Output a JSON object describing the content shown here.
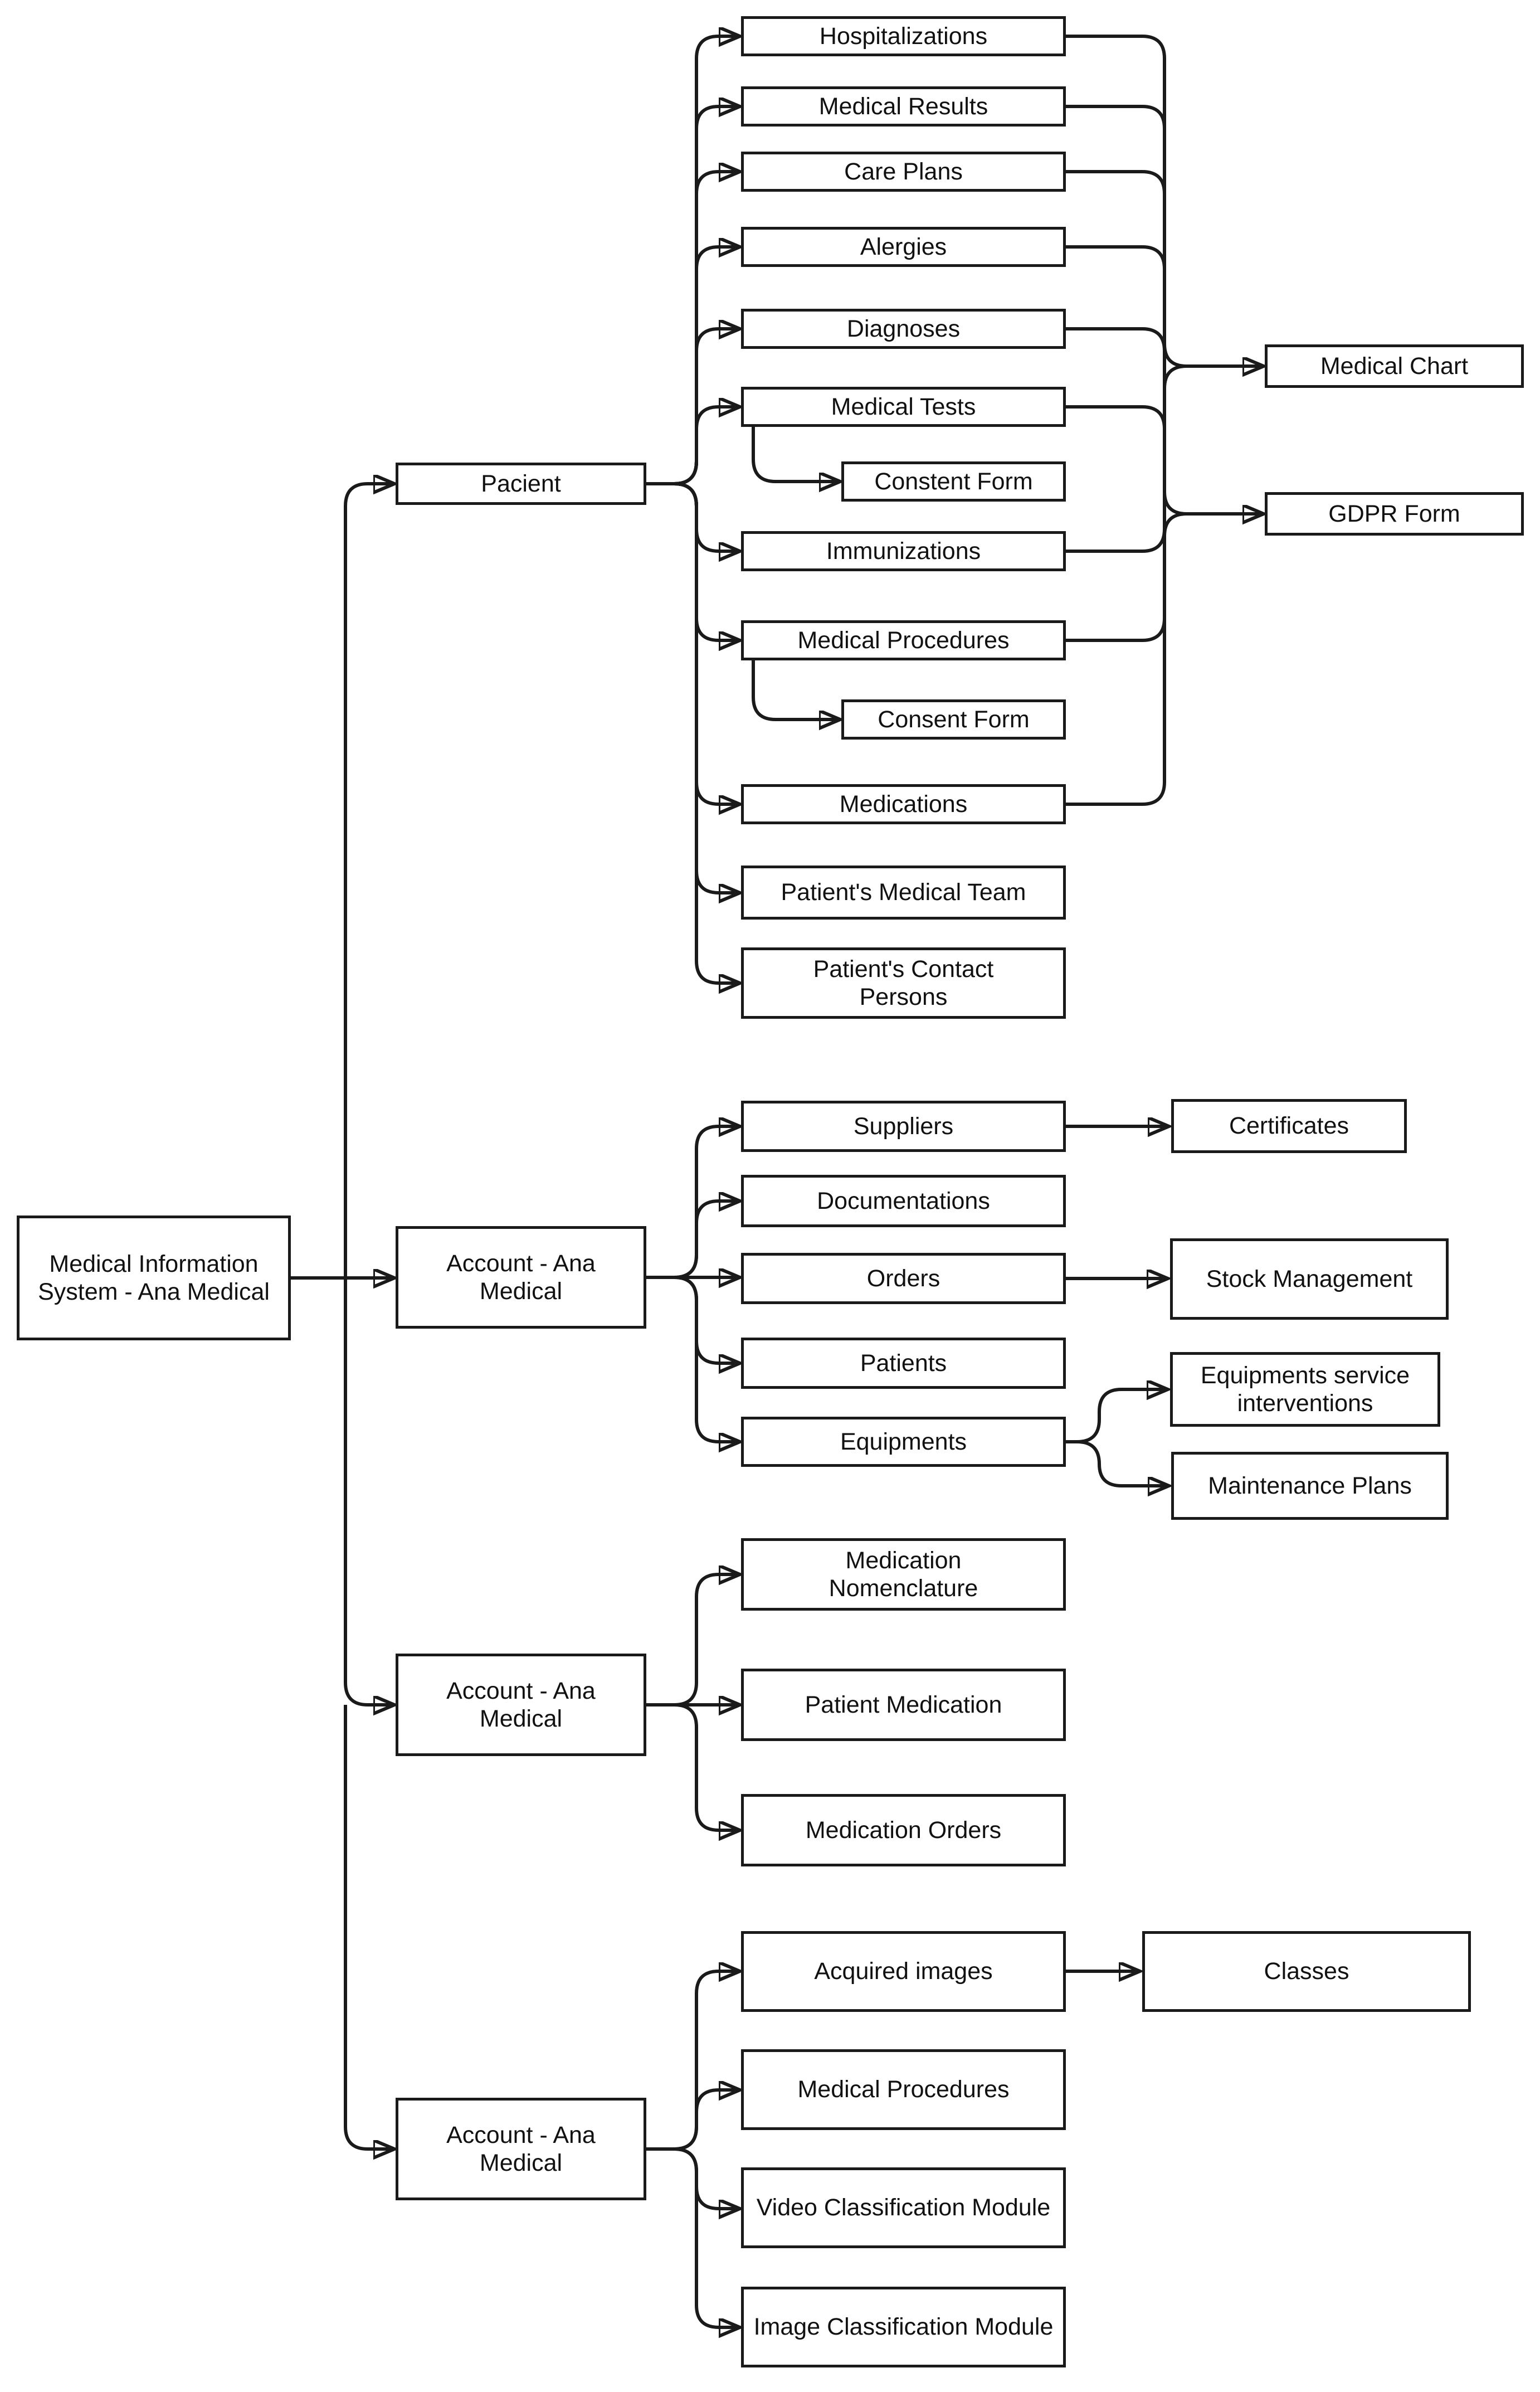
{
  "colors": {
    "background": "#ffffff",
    "box_fill": "#ffffff",
    "line": "#1a1a1a",
    "text": "#111111"
  },
  "icons": {
    "arrowhead": "filled-right-triangle"
  },
  "nodes": {
    "root": "Medical Information System - Ana Medical",
    "pacient": "Pacient",
    "hospitalizations": "Hospitalizations",
    "medical_results": "Medical Results",
    "care_plans": "Care Plans",
    "alergies": "Alergies",
    "diagnoses": "Diagnoses",
    "medical_tests": "Medical Tests",
    "constent_form": "Constent Form",
    "immunizations": "Immunizations",
    "medical_procedures": "Medical Procedures",
    "consent_form": "Consent Form",
    "medications": "Medications",
    "patients_medical_team": "Patient's Medical Team",
    "patients_contact_persons": "Patient's Contact Persons",
    "medical_chart": "Medical Chart",
    "gdpr_form": "GDPR Form",
    "account_1": "Account - Ana Medical",
    "suppliers": "Suppliers",
    "certificates": "Certificates",
    "documentations": "Documentations",
    "orders": "Orders",
    "stock_management": "Stock Management",
    "patients": "Patients",
    "equipments": "Equipments",
    "equipments_service_interventions": "Equipments service interventions",
    "maintenance_plans": "Maintenance Plans",
    "account_2": "Account - Ana Medical",
    "medication_nomenclature": "Medication Nomenclature",
    "patient_medication": "Patient Medication",
    "medication_orders": "Medication Orders",
    "account_3": "Account - Ana Medical",
    "acquired_images": "Acquired images",
    "medical_procedures_2": "Medical Procedures",
    "video_classification_module": "Video Classification Module",
    "image_classification_module": "Image Classification Module",
    "classes": "Classes"
  },
  "edges": [
    {
      "from": "root",
      "to": "pacient"
    },
    {
      "from": "root",
      "to": "account_1"
    },
    {
      "from": "root",
      "to": "account_2"
    },
    {
      "from": "root",
      "to": "account_3"
    },
    {
      "from": "pacient",
      "to": "hospitalizations"
    },
    {
      "from": "pacient",
      "to": "medical_results"
    },
    {
      "from": "pacient",
      "to": "care_plans"
    },
    {
      "from": "pacient",
      "to": "alergies"
    },
    {
      "from": "pacient",
      "to": "diagnoses"
    },
    {
      "from": "pacient",
      "to": "medical_tests"
    },
    {
      "from": "pacient",
      "to": "immunizations"
    },
    {
      "from": "pacient",
      "to": "medical_procedures"
    },
    {
      "from": "pacient",
      "to": "medications"
    },
    {
      "from": "pacient",
      "to": "patients_medical_team"
    },
    {
      "from": "pacient",
      "to": "patients_contact_persons"
    },
    {
      "from": "medical_tests",
      "to": "constent_form"
    },
    {
      "from": "medical_procedures",
      "to": "consent_form"
    },
    {
      "from": [
        "hospitalizations",
        "medical_results",
        "care_plans",
        "alergies",
        "diagnoses",
        "medical_tests",
        "immunizations",
        "medical_procedures",
        "medications"
      ],
      "to": [
        "medical_chart",
        "gdpr_form"
      ],
      "type": "merged-bus"
    },
    {
      "from": "suppliers",
      "to": "certificates"
    },
    {
      "from": "orders",
      "to": "stock_management"
    },
    {
      "from": "equipments",
      "to": "equipments_service_interventions"
    },
    {
      "from": "equipments",
      "to": "maintenance_plans"
    },
    {
      "from": "account_1",
      "to": "suppliers"
    },
    {
      "from": "account_1",
      "to": "documentations"
    },
    {
      "from": "account_1",
      "to": "orders"
    },
    {
      "from": "account_1",
      "to": "patients"
    },
    {
      "from": "account_1",
      "to": "equipments"
    },
    {
      "from": "account_2",
      "to": "medication_nomenclature"
    },
    {
      "from": "account_2",
      "to": "patient_medication"
    },
    {
      "from": "account_2",
      "to": "medication_orders"
    },
    {
      "from": "account_3",
      "to": "acquired_images"
    },
    {
      "from": "account_3",
      "to": "medical_procedures_2"
    },
    {
      "from": "account_3",
      "to": "video_classification_module"
    },
    {
      "from": "account_3",
      "to": "image_classification_module"
    },
    {
      "from": "acquired_images",
      "to": "classes"
    }
  ]
}
